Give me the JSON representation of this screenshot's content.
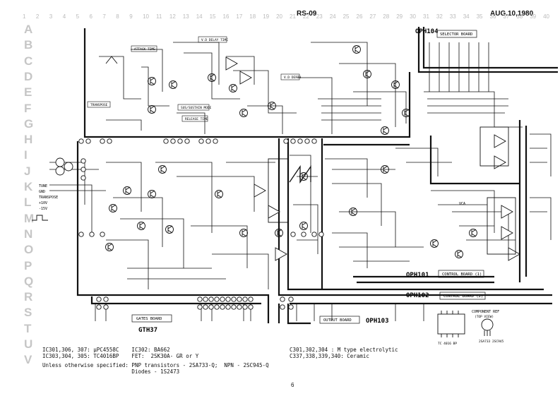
{
  "header": {
    "title": "RS-09",
    "date": "AUG.10,1980"
  },
  "grid": {
    "columns": [
      "1",
      "2",
      "3",
      "4",
      "5",
      "6",
      "7",
      "8",
      "9",
      "10",
      "11",
      "12",
      "13",
      "14",
      "15",
      "16",
      "17",
      "18",
      "19",
      "20",
      "21",
      "22",
      "23",
      "24",
      "25",
      "26",
      "27",
      "28",
      "29",
      "30",
      "31",
      "32",
      "33",
      "34",
      "35",
      "36",
      "37",
      "38",
      "39",
      "40"
    ],
    "rows": [
      "A",
      "B",
      "C",
      "D",
      "E",
      "F",
      "G",
      "H",
      "I",
      "J",
      "K",
      "L",
      "M",
      "N",
      "O",
      "P",
      "Q",
      "R",
      "S",
      "T",
      "U",
      "V"
    ]
  },
  "boards": {
    "oph104": "OPH104",
    "selector_board": "SELECTOR BOARD",
    "oph101": "OPH101",
    "control_board_1": "CONTROL BOARD (1)",
    "oph102": "OPH102",
    "control_board_2": "CONTROL BOARD (2)",
    "oph103": "OPH103",
    "output_board": "OUTPUT BOARD",
    "gth37": "GTH37",
    "gates_board": "GATES BOARD"
  },
  "section_labels": {
    "attack_time": "ATTACK TIME",
    "vd_delay_time": "V.D DELAY TIME",
    "sustain_mode": "SUS/SUSTAIN MODE",
    "release_time": "RELEASE TIME",
    "transpose": "TRANSPOSE",
    "vd_depth": "V.D DEPTH",
    "vca": "VCA",
    "component_ref": "COMPONENT REF",
    "top_view": "(TOP VIEW)",
    "ic_ref": "TC 4016 BP",
    "tr_ref": "2SA733 2SC945",
    "tune_label": "TUNE",
    "gnd_label": "GND",
    "transpose_label": "TRANSPOSE",
    "v10_label": "+10V",
    "v15_label": "-15V"
  },
  "notes": {
    "line1": "IC301,306, 307: μPC4558C    IC302: BA662",
    "line2": "IC303,304, 305: TC4016BP    FET:  2SK30A- GR or Y",
    "line3": "Unless otherwise specified: PNP transistors - 2SA733-Q;  NPN - 2SC945-Q",
    "line4": "                            Diodes - 1S2473",
    "right1": "C301,302,304 : M type electrolytic",
    "right2": "C337,338,339,340: Ceramic"
  },
  "page_number": "6"
}
